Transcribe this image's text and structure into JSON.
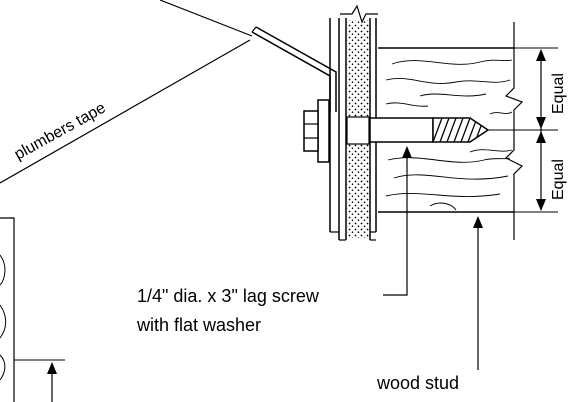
{
  "labels": {
    "tape": "plumbers tape",
    "screw_line1": "1/4\" dia. x 3\" lag screw",
    "screw_line2": "with flat washer",
    "stud": "wood stud",
    "dim_upper": "Equal",
    "dim_lower": "Equal"
  }
}
